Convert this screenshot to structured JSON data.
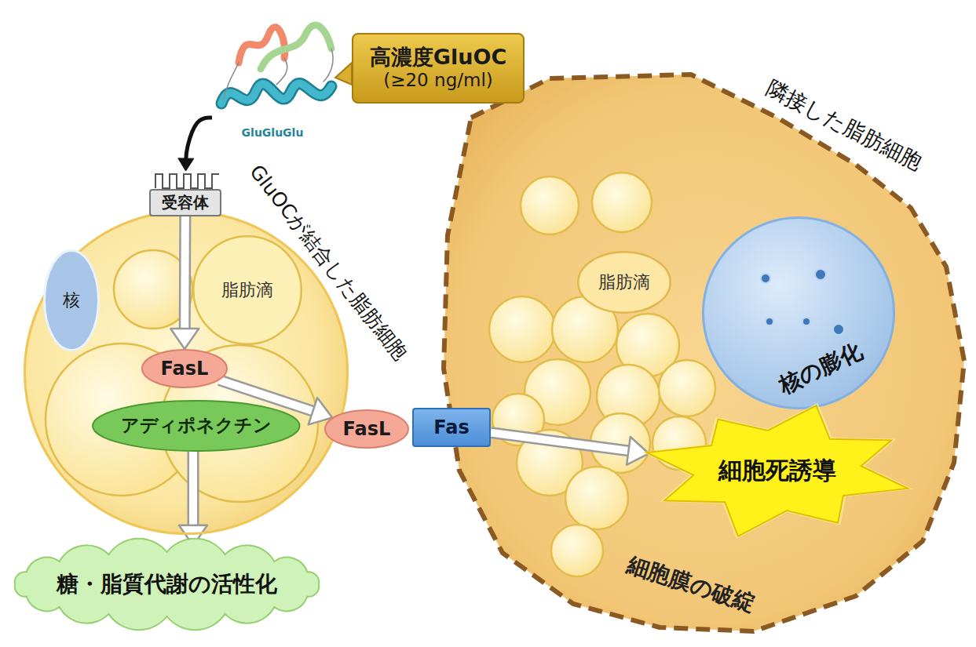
{
  "diagram": {
    "nodes": [
      {
        "text": [
          "GluGluGlu"
        ]
      },
      {
        "text": [
          "高濃度GluOC",
          "(≥20 ng/ml)"
        ]
      },
      {
        "text": [
          "GluOCが結合した脂肪細胞"
        ]
      },
      {
        "text": [
          "受容体"
        ],
        "in": 2
      },
      {
        "text": [
          "核"
        ],
        "in": 2
      },
      {
        "text": [
          "脂肪滴"
        ],
        "in": 2
      },
      {
        "text": [
          "FasL"
        ],
        "in": 2
      },
      {
        "text": [
          "アディポネクチン"
        ],
        "in": 2
      },
      {
        "text": [
          "FasL"
        ]
      },
      {
        "text": [
          "Fas"
        ]
      },
      {
        "text": [
          "糖・脂質代謝の活性化"
        ]
      },
      {
        "text": [
          "隣接した脂肪細胞"
        ]
      },
      {
        "text": [
          "脂肪滴"
        ],
        "in": 11
      },
      {
        "text": [
          "核の膨化"
        ],
        "in": 11
      },
      {
        "text": [
          "細胞死誘導"
        ],
        "in": 11
      }
    ],
    "edges": [
      {
        "from": 0,
        "to": 3,
        "arrow": "to"
      },
      {
        "from": 3,
        "to": 6,
        "arrow": "to"
      },
      {
        "from": 6,
        "to": 8,
        "arrow": "to"
      },
      {
        "from": 9,
        "to": 14,
        "arrow": "to"
      },
      {
        "from": 7,
        "to": 10,
        "arrow": "to"
      }
    ],
    "labels": [
      "細胞膜の破綻"
    ]
  }
}
